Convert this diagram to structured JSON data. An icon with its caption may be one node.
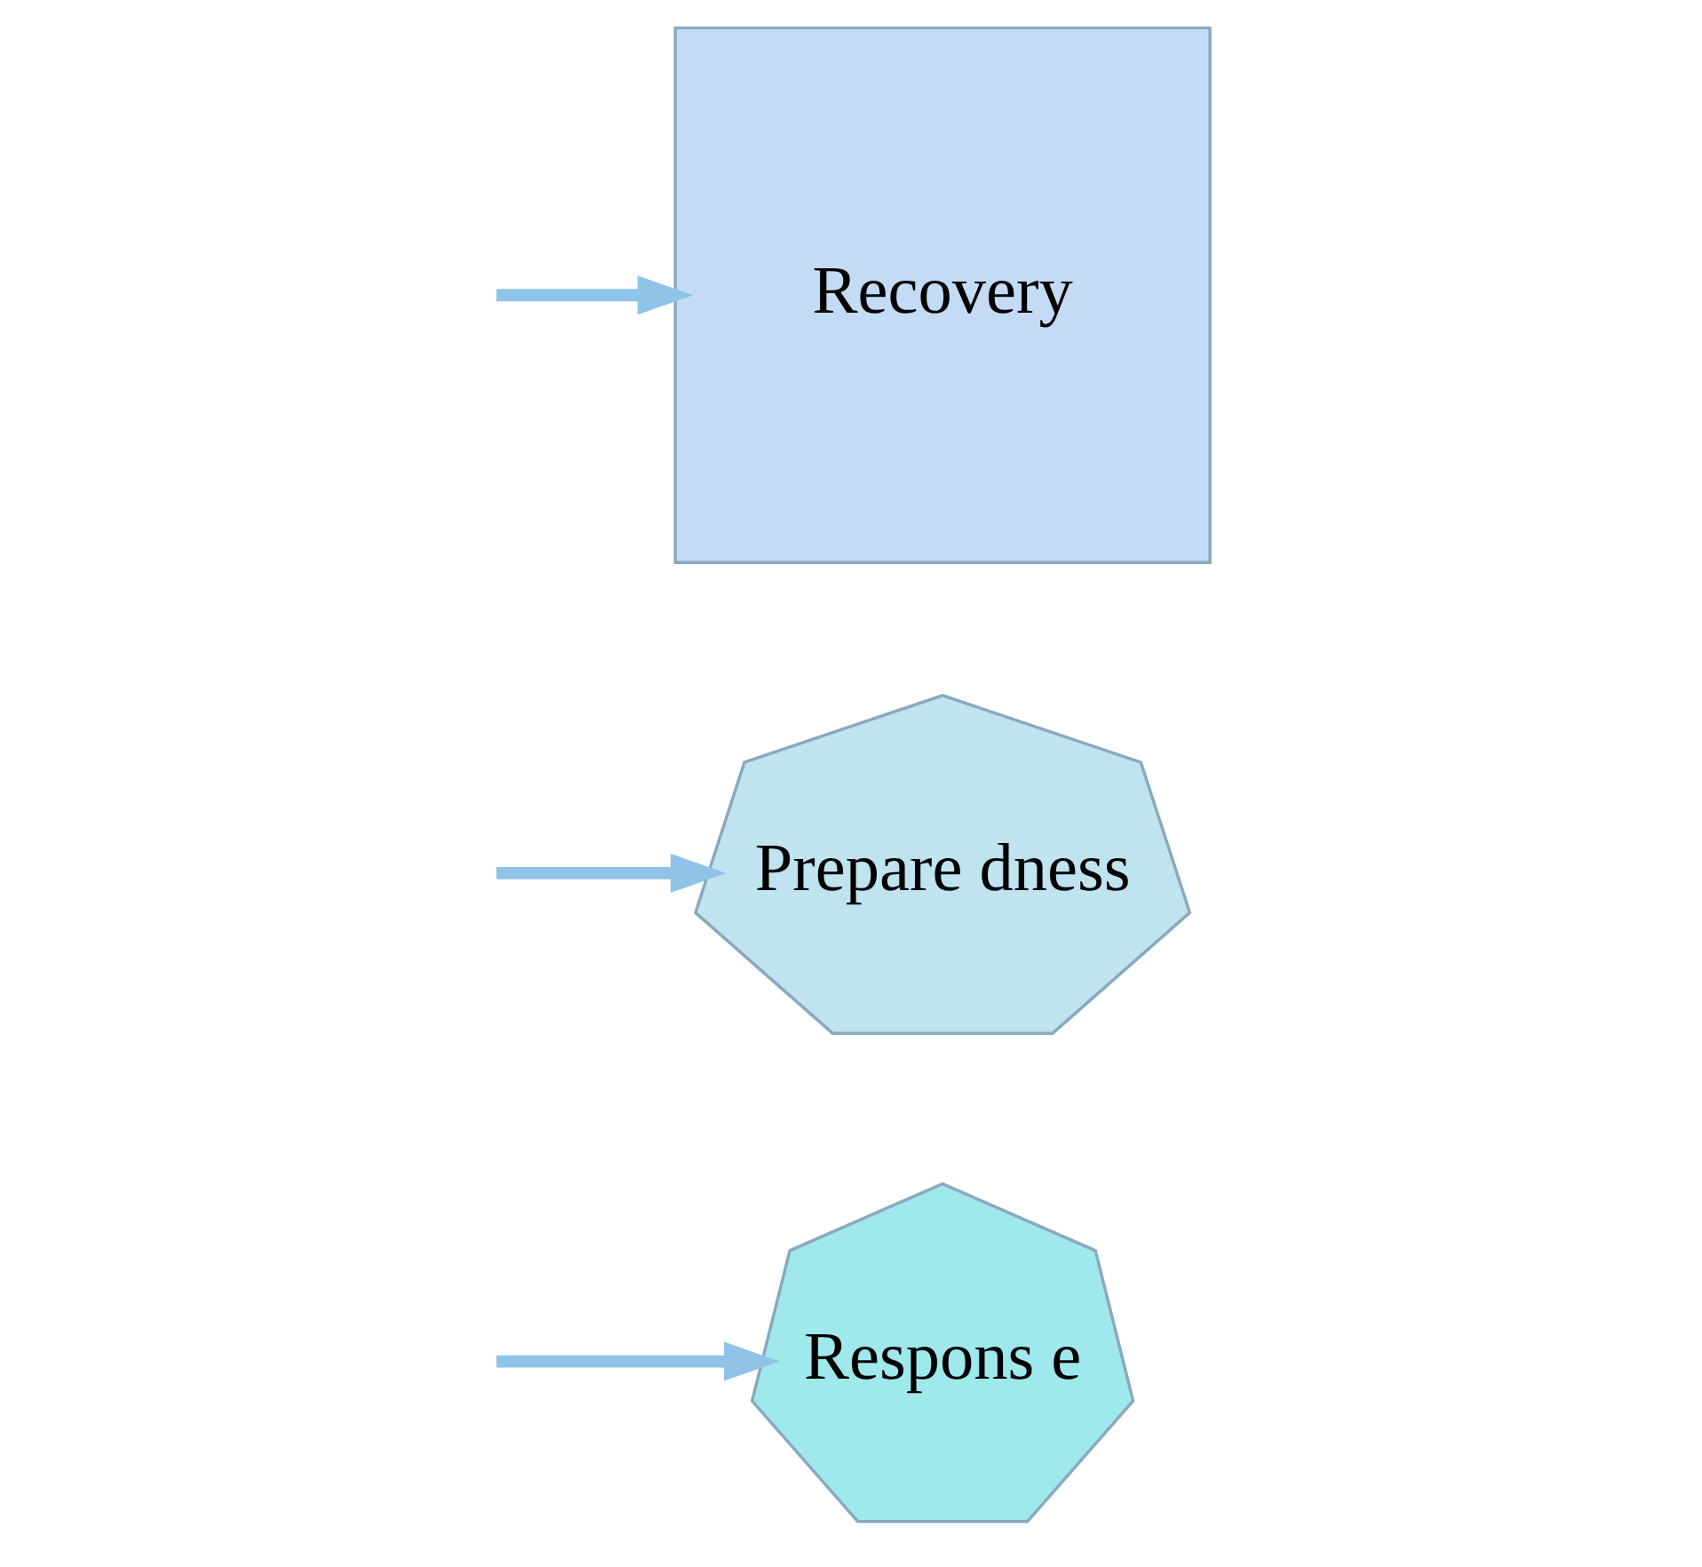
{
  "diagram": {
    "nodes": [
      {
        "text": [
          "Respons e"
        ]
      },
      {
        "text": [
          "Prepare dness"
        ]
      },
      {
        "text": [
          "Recovery"
        ]
      }
    ],
    "edges": [
      {
        "from": null,
        "to": 0,
        "arrow": "to"
      },
      {
        "from": null,
        "to": 1,
        "arrow": "to"
      },
      {
        "from": null,
        "to": 2,
        "arrow": "to"
      }
    ]
  }
}
